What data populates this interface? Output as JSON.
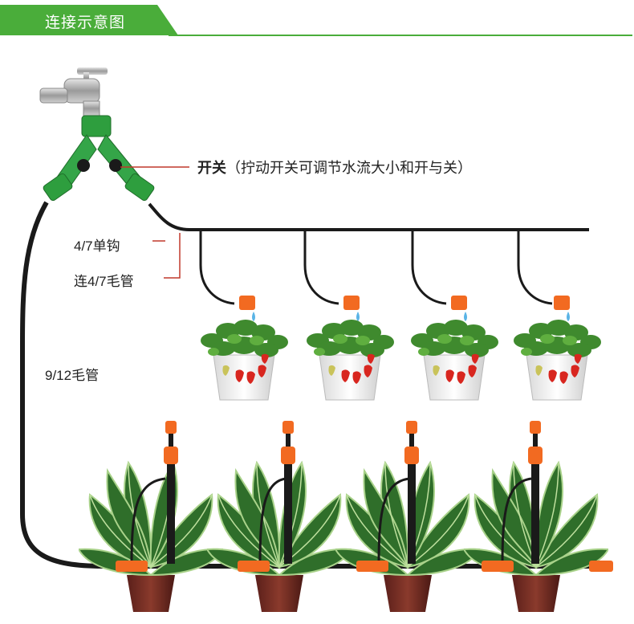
{
  "header": {
    "title": "连接示意图"
  },
  "labels": {
    "switch_title": "开关",
    "switch_note": "（拧动开关可调节水流大小和开与关）",
    "hook": "4/7单钩",
    "capillary": "连4/7毛管",
    "main_tube": "9/12毛管"
  },
  "colors": {
    "accent_green": "#4aad3a",
    "connector_green": "#2e9e3e",
    "dripper_orange": "#f26a21",
    "tube_black": "#1a1a1a",
    "leader_red": "#c0392b"
  }
}
